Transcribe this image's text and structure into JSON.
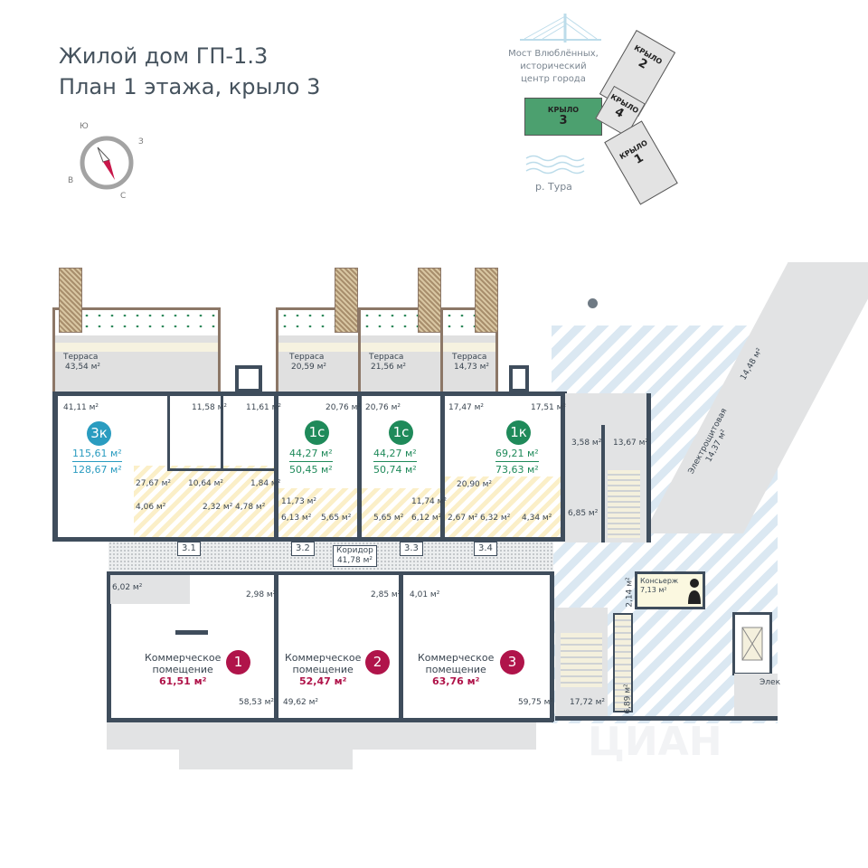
{
  "header": {
    "title_line1": "Жилой дом ГП-1.3",
    "title_line2": "План 1 этажа, крыло 3"
  },
  "compass": {
    "north": "С",
    "south": "Ю",
    "east": "В",
    "west": "З",
    "needle_color": "#c8174a"
  },
  "key_plan": {
    "landmark": "Мост Влюблённых,",
    "landmark_line2": "исторический",
    "landmark_line3": "центр города",
    "river": "р. Тура",
    "wings": [
      {
        "label": "КРЫЛО",
        "number": "3",
        "active": true
      },
      {
        "label": "КРЫЛО",
        "number": "2"
      },
      {
        "label": "КРЫЛО",
        "number": "4"
      },
      {
        "label": "КРЫЛО",
        "number": "1"
      }
    ],
    "active_color": "#4ca06f"
  },
  "terraces": [
    {
      "label": "Терраса",
      "area": "43,54 м²"
    },
    {
      "label": "Терраса",
      "area": "20,59 м²"
    },
    {
      "label": "Терраса",
      "area": "21,56 м²"
    },
    {
      "label": "Терраса",
      "area": "14,73 м²"
    }
  ],
  "apartments": [
    {
      "type": "3к",
      "living": "115,61 м²",
      "total": "128,67 м²",
      "color": "#2a9cc0"
    },
    {
      "type": "1с",
      "living": "44,27 м²",
      "total": "50,45 м²",
      "color": "#1f8a5a"
    },
    {
      "type": "1с",
      "living": "44,27 м²",
      "total": "50,74 м²",
      "color": "#1f8a5a"
    },
    {
      "type": "1к",
      "living": "69,21 м²",
      "total": "73,63 м²",
      "color": "#1f8a5a"
    }
  ],
  "rooms": [
    "41,11 м²",
    "11,58 м²",
    "11,61 м²",
    "27,67 м²",
    "10,64 м²",
    "1,84 м²",
    "4,06 м²",
    "2,32 м²",
    "4,78 м²",
    "20,76 м²",
    "11,73 м²",
    "6,13 м²",
    "5,65 м²",
    "20,76 м²",
    "5,65 м²",
    "6,12 м²",
    "11,74 м²",
    "17,47 м²",
    "17,51 м²",
    "20,90 м²",
    "2,67 м²",
    "6,32 м²",
    "4,34 м²",
    "3,58 м²",
    "13,67 м²",
    "6,85 м²",
    "14,48 м²",
    "6,02 м²",
    "2,98 м²",
    "2,85 м²",
    "4,01 м²",
    "58,53 м²",
    "49,62 м²",
    "59,75 м²",
    "17,72 м²",
    "6,89 м²",
    "2,14 м²"
  ],
  "electrical_room": {
    "label": "Электрощитовая",
    "area": "14,37 м²"
  },
  "entrances": [
    "3.1",
    "3.2",
    "3.3",
    "3.4"
  ],
  "corridor": {
    "label": "Коридор",
    "area": "41,78 м²"
  },
  "concierge": {
    "label": "Консьерж",
    "area": "7,13 м²"
  },
  "commercial": [
    {
      "label": "Коммерческое",
      "label2": "помещение",
      "number": "1",
      "area": "61,51 м²"
    },
    {
      "label": "Коммерческое",
      "label2": "помещение",
      "number": "2",
      "area": "52,47 м²"
    },
    {
      "label": "Коммерческое",
      "label2": "помещение",
      "number": "3",
      "area": "63,76 м²"
    }
  ],
  "commercial_color": "#b0144a",
  "partial_label": "Элек",
  "watermark": "ЦИАН"
}
